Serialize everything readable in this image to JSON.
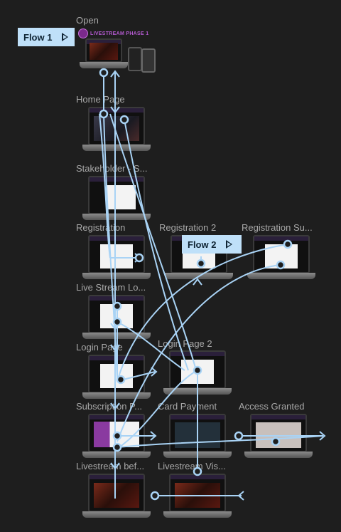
{
  "flows": [
    {
      "label": "Flow 1"
    },
    {
      "label": "Flow 2"
    }
  ],
  "frames": [
    {
      "id": "open",
      "label": "Open"
    },
    {
      "id": "home",
      "label": "Home Page"
    },
    {
      "id": "stakeholder",
      "label": "Stakeholder - S..."
    },
    {
      "id": "registration",
      "label": "Registration"
    },
    {
      "id": "registration2",
      "label": "Registration 2"
    },
    {
      "id": "registration_success",
      "label": "Registration Su..."
    },
    {
      "id": "live_stream_login",
      "label": "Live Stream Lo..."
    },
    {
      "id": "login_page",
      "label": "Login Page"
    },
    {
      "id": "login_page2",
      "label": "Login Page 2"
    },
    {
      "id": "subscription",
      "label": "Subscription P..."
    },
    {
      "id": "card_payment",
      "label": "Card Payment"
    },
    {
      "id": "access_granted",
      "label": "Access Granted"
    },
    {
      "id": "livestream_before",
      "label": "Livestream bef..."
    },
    {
      "id": "livestream_visible",
      "label": "Livestream Vis..."
    }
  ],
  "brand": {
    "logo_text": "LIVESTREAM PHASE 1"
  },
  "colors": {
    "canvas": "#1e1e1e",
    "connector": "#a9d3f5",
    "flow_tag": "#bfe0f9"
  },
  "icons": {
    "flow_start": "play-icon"
  }
}
